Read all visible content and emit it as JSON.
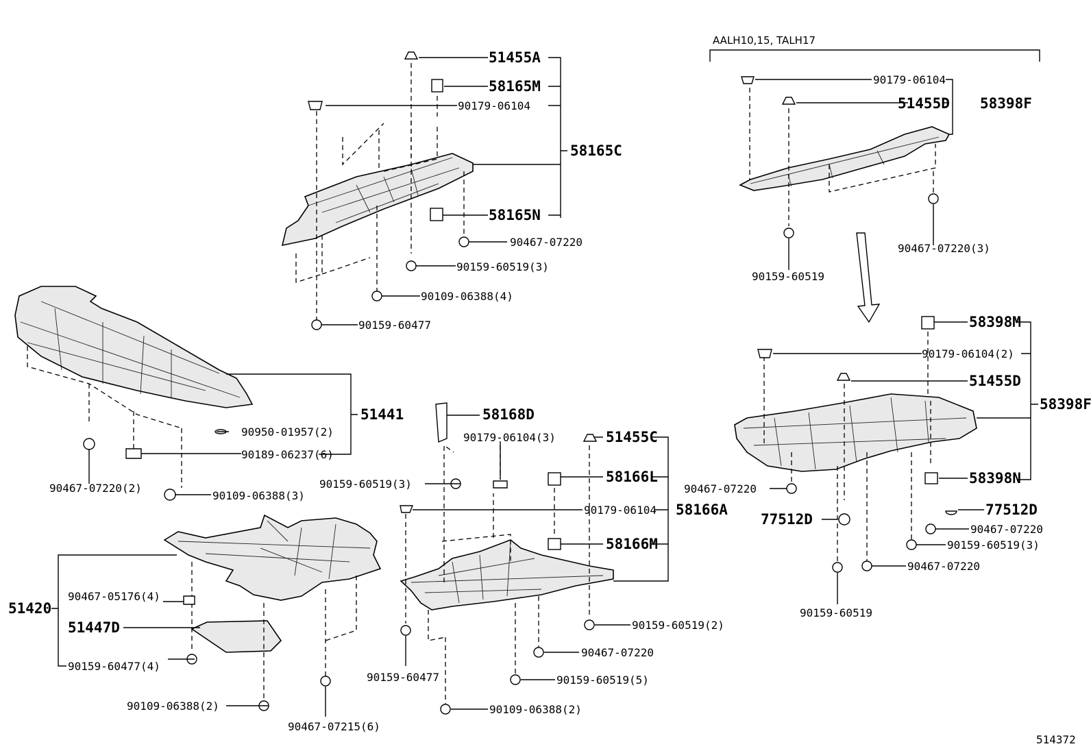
{
  "header": {
    "variant_note": "AALH10,15, TALH17"
  },
  "catalog_number": "514372",
  "labels": {
    "l51455A": "51455A",
    "l58165M": "58165M",
    "l90179_06104_a": "90179-06104",
    "l58165C": "58165C",
    "l58165N": "58165N",
    "l90467_07220_a": "90467-07220",
    "l90159_60519_3a": "90159-60519(3)",
    "l90109_06388_4": "90109-06388(4)",
    "l90159_60477_a": "90159-60477",
    "l51441": "51441",
    "l90950_01957_2": "90950-01957(2)",
    "l90189_06237_6": "90189-06237(6)",
    "l90467_07220_2": "90467-07220(2)",
    "l90109_06388_3": "90109-06388(3)",
    "l51420": "51420",
    "l90467_05176_4": "90467-05176(4)",
    "l51447D": "51447D",
    "l90159_60477_4": "90159-60477(4)",
    "l90109_06388_2a": "90109-06388(2)",
    "l90467_07215_6": "90467-07215(6)",
    "l58168D": "58168D",
    "l90179_06104_3": "90179-06104(3)",
    "l90159_60519_3b": "90159-60519(3)",
    "l51455C": "51455C",
    "l58166L": "58166L",
    "l90179_06104_b": "90179-06104",
    "l58166A": "58166A",
    "l58166M": "58166M",
    "l90159_60519_2": "90159-60519(2)",
    "l90467_07220_b": "90467-07220",
    "l90159_60519_5": "90159-60519(5)",
    "l90159_60477_b": "90159-60477",
    "l90109_06388_2b": "90109-06388(2)",
    "l90179_06104_c": "90179-06104",
    "l51455D_a": "51455D",
    "l58398F_a": "58398F",
    "l90467_07220_3": "90467-07220(3)",
    "l90159_60519_a": "90159-60519",
    "l58398M": "58398M",
    "l90179_06104_2": "90179-06104(2)",
    "l51455D_b": "51455D",
    "l58398F_b": "58398F",
    "l90467_07220_c": "90467-07220",
    "l58398N": "58398N",
    "l77512D_a": "77512D",
    "l77512D_b": "77512D",
    "l90467_07220_d": "90467-07220",
    "l90159_60519_3c": "90159-60519(3)",
    "l90467_07220_e": "90467-07220",
    "l90159_60519_b": "90159-60519"
  }
}
